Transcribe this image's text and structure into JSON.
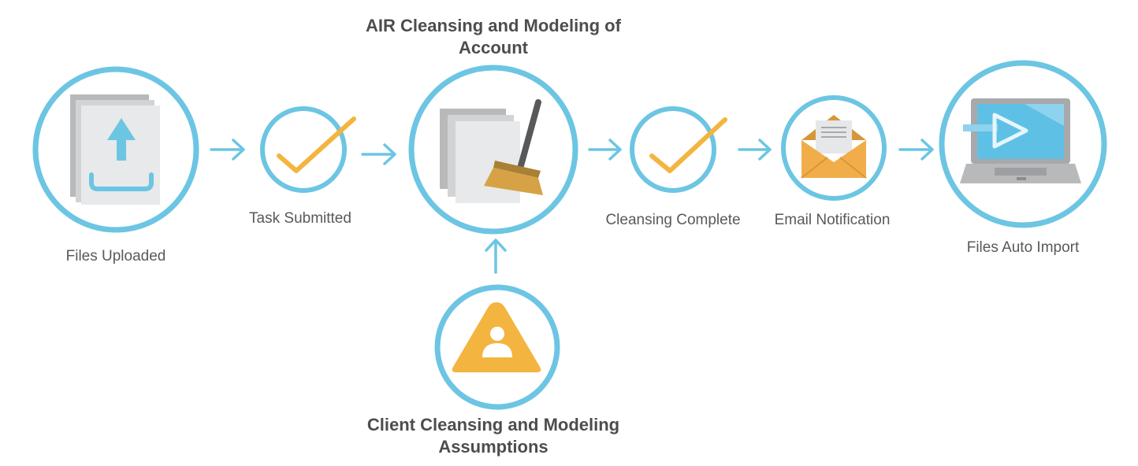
{
  "colors": {
    "ring": "#6cc5e3",
    "accent_blue": "#6cc5e3",
    "check_orange": "#f3b53f",
    "warning_orange": "#f3b53f",
    "envelope_orange": "#f1ad4a",
    "broom_handle": "#58595b",
    "broom_head": "#d6a245",
    "page_gray": "#b8b9bb",
    "page_light": "#e8e9ea",
    "laptop_gray": "#a7a9ac",
    "text": "#58595b",
    "title_text": "#4d4d4f"
  },
  "steps": {
    "files_uploaded": {
      "label": "Files Uploaded",
      "icon": "upload-document-icon"
    },
    "task_submitted": {
      "label": "Task Submitted",
      "icon": "checkmark-icon"
    },
    "air_cleansing": {
      "label": "AIR Cleansing and Modeling of Account",
      "icon": "broom-document-icon"
    },
    "cleansing_complete": {
      "label": "Cleansing Complete",
      "icon": "checkmark-icon"
    },
    "email_notification": {
      "label": "Email Notification",
      "icon": "envelope-icon"
    },
    "files_auto_import": {
      "label": "Files Auto Import",
      "icon": "laptop-import-icon"
    },
    "client_assumptions": {
      "label": "Client Cleansing and Modeling Assumptions",
      "icon": "warning-user-icon"
    }
  },
  "connectors": {
    "horizontal_arrows": 5,
    "vertical_arrows": 1,
    "arrow_icon": "arrow-right-icon"
  }
}
